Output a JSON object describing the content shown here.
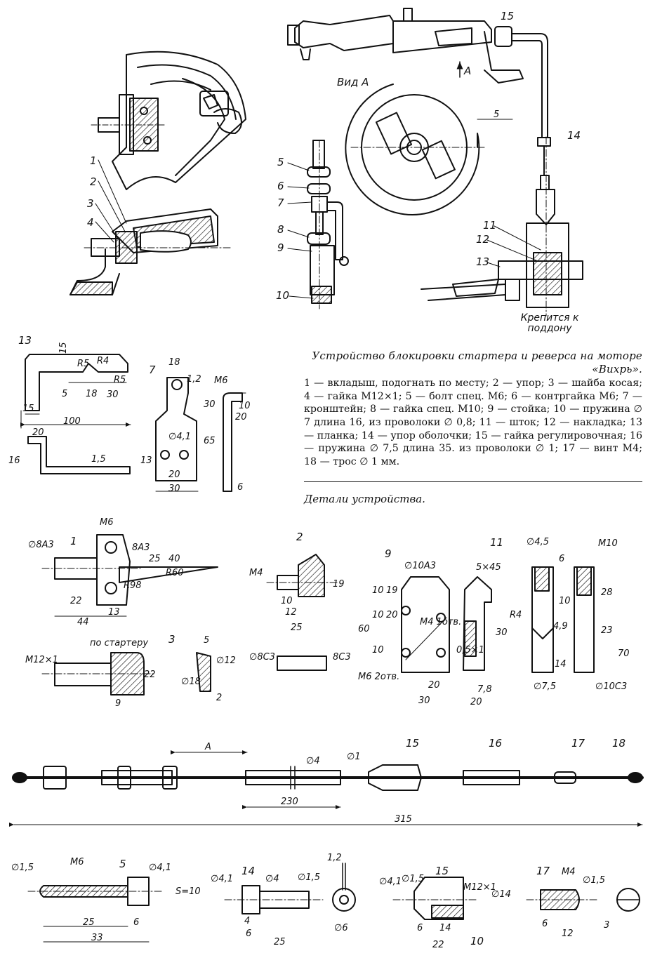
{
  "figure": {
    "title": "Устройство блокировки стартера и реверса на моторе «Вихрь».",
    "legend": "1 — вкладыш, подогнать по месту; 2 — упор; 3 — шайба косая; 4 — гайка М12×1; 5 — болт спец. М6; 6 — контргайка М6; 7 — кронштейн; 8 — гайка спец. М10; 9 — стойка; 10 — пружина ∅ 7 длина 16, из проволоки ∅ 0,8; 11 — шток; 12 — накладка; 13 — планка; 14 — упор оболочки; 15 — гайка регулировочная; 16 — пружина ∅ 7,5 длина 35. из проволоки ∅ 1; 17 — винт М4; 18 — трос ∅ 1 мм.",
    "parts_subtitle": "Детали устройства.",
    "view_label": "Вид А",
    "arrow_label": "А",
    "attach_note": "Крепится к поддону",
    "starter_note": "по стартеру"
  },
  "callouts": {
    "assembly_left": [
      "1",
      "2",
      "3",
      "4"
    ],
    "assembly_mid": [
      "5",
      "6",
      "7",
      "8",
      "9",
      "10"
    ],
    "assembly_right": [
      "15",
      "14",
      "11",
      "12",
      "13"
    ]
  },
  "dims": {
    "part13": [
      "15",
      "R5",
      "R4",
      "R5",
      "5",
      "18",
      "30",
      "15",
      "100",
      "20",
      "16",
      "1,5"
    ],
    "part7": [
      "18",
      "1,2",
      "30",
      "65",
      "∅4,1",
      "13",
      "20",
      "30"
    ],
    "part6": [
      "М6",
      "10",
      "20",
      "6"
    ],
    "part1": [
      "М6",
      "∅8А3",
      "8А3",
      "25",
      "40",
      "R60",
      "R98",
      "22",
      "13",
      "44"
    ],
    "part4": [
      "М12×1",
      "22",
      "9"
    ],
    "part3": [
      "3",
      "5",
      "∅12",
      "∅18",
      "2"
    ],
    "part2": [
      "2",
      "М4",
      "19",
      "10",
      "12",
      "25",
      "∅8С3",
      "8С3"
    ],
    "part9": [
      "9",
      "∅10А3",
      "10",
      "19",
      "10",
      "20",
      "10",
      "60",
      "М4 1отв.",
      "20",
      "30",
      "М6 2отв."
    ],
    "part9side": [
      "5×45",
      "30",
      "0,5×1",
      "7,8",
      "20"
    ],
    "part11": [
      "11",
      "∅4,5",
      "6",
      "10",
      "R4",
      "4,9",
      "14",
      "∅7,5"
    ],
    "part11side": [
      "М10",
      "28",
      "23",
      "70",
      "∅10С3"
    ],
    "cable": [
      "A",
      "∅4",
      "∅1",
      "15",
      "16",
      "17",
      "18",
      "230",
      "315"
    ],
    "part5": [
      "∅1,5",
      "М6",
      "5",
      "∅4,1",
      "S=10",
      "25",
      "6",
      "33"
    ],
    "part14": [
      "∅4,1",
      "14",
      "∅4",
      "∅1,5",
      "1,2",
      "∅6",
      "4",
      "6",
      "25"
    ],
    "part15": [
      "∅4,1",
      "∅1,5",
      "15",
      "М12×1",
      "∅14",
      "6",
      "14",
      "22",
      "10"
    ],
    "part17": [
      "17",
      "М4",
      "∅1,5",
      "6",
      "12",
      "3"
    ]
  }
}
